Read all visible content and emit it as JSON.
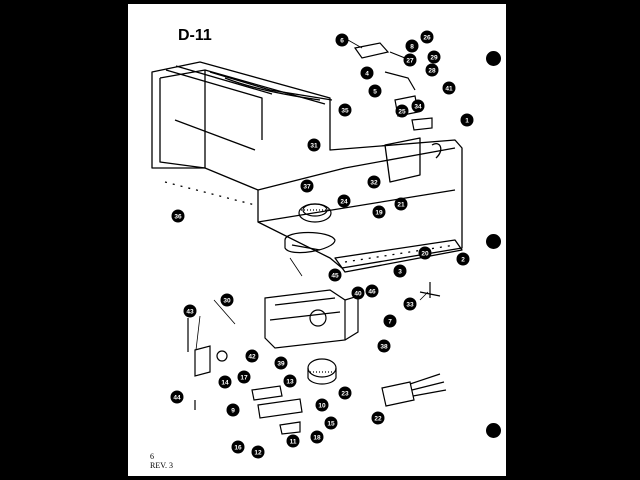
{
  "page": {
    "title": "D-11",
    "page_number": "6",
    "revision": "REV. 3"
  },
  "callouts": [
    {
      "id": "c1",
      "label": "1"
    },
    {
      "id": "c2",
      "label": "2"
    },
    {
      "id": "c3",
      "label": "3"
    },
    {
      "id": "c4",
      "label": "4"
    },
    {
      "id": "c5",
      "label": "5"
    },
    {
      "id": "c6",
      "label": "6"
    },
    {
      "id": "c7",
      "label": "7"
    },
    {
      "id": "c8",
      "label": "8"
    },
    {
      "id": "c9",
      "label": "9"
    },
    {
      "id": "c10",
      "label": "10"
    },
    {
      "id": "c11",
      "label": "11"
    },
    {
      "id": "c12",
      "label": "12"
    },
    {
      "id": "c13",
      "label": "13"
    },
    {
      "id": "c14",
      "label": "14"
    },
    {
      "id": "c15",
      "label": "15"
    },
    {
      "id": "c16",
      "label": "16"
    },
    {
      "id": "c17",
      "label": "17"
    },
    {
      "id": "c18",
      "label": "18"
    },
    {
      "id": "c19",
      "label": "19"
    },
    {
      "id": "c20",
      "label": "20"
    },
    {
      "id": "c21",
      "label": "21"
    },
    {
      "id": "c22",
      "label": "22"
    },
    {
      "id": "c23",
      "label": "23"
    },
    {
      "id": "c24",
      "label": "24"
    },
    {
      "id": "c25",
      "label": "25"
    },
    {
      "id": "c26",
      "label": "26"
    },
    {
      "id": "c27",
      "label": "27"
    },
    {
      "id": "c28",
      "label": "28"
    },
    {
      "id": "c29",
      "label": "29"
    },
    {
      "id": "c30",
      "label": "30"
    },
    {
      "id": "c31",
      "label": "31"
    },
    {
      "id": "c32",
      "label": "32"
    },
    {
      "id": "c33",
      "label": "33"
    },
    {
      "id": "c34",
      "label": "34"
    },
    {
      "id": "c35",
      "label": "35"
    },
    {
      "id": "c36",
      "label": "36"
    },
    {
      "id": "c37",
      "label": "37"
    },
    {
      "id": "c38",
      "label": "38"
    },
    {
      "id": "c39",
      "label": "39"
    },
    {
      "id": "c40",
      "label": "40"
    },
    {
      "id": "c41",
      "label": "41"
    },
    {
      "id": "c42",
      "label": "42"
    },
    {
      "id": "c43",
      "label": "43"
    },
    {
      "id": "c44",
      "label": "44"
    },
    {
      "id": "c45",
      "label": "45"
    },
    {
      "id": "c46",
      "label": "46"
    }
  ],
  "colors": {
    "ink": "#000000",
    "paper": "#ffffff",
    "background": "#000000"
  }
}
